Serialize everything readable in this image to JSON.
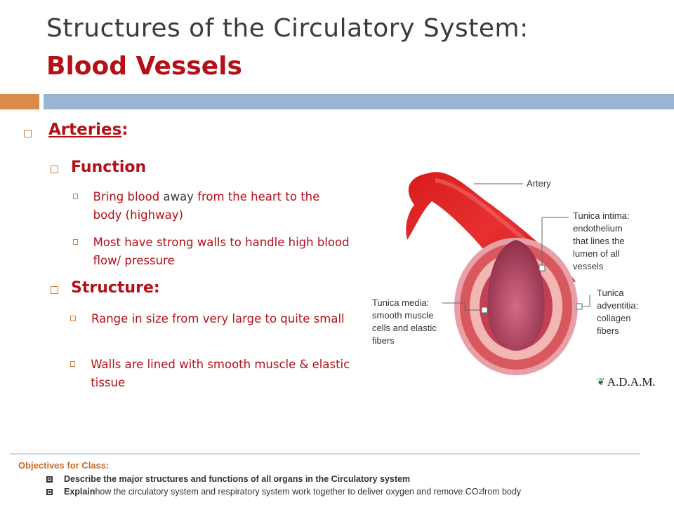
{
  "title": {
    "line1": "Structures of the Circulatory System:",
    "line2": "Blood Vessels"
  },
  "arteries": {
    "heading": "Arteries",
    "colon": ":"
  },
  "function": {
    "heading": "Function",
    "items": [
      {
        "a": "Bring blood ",
        "b": "away",
        "c": " from the heart to the body (highway)"
      },
      {
        "text": "Most have strong walls to handle high blood flow/ pressure"
      }
    ]
  },
  "structure": {
    "heading": "Structure:",
    "items": [
      "Range in size from very large to quite small",
      "Walls are lined with smooth muscle & elastic tissue"
    ]
  },
  "illustration": {
    "labels": {
      "artery": "Artery",
      "intima": [
        "Tunica intima:",
        "endothelium",
        "that lines the",
        "lumen of all",
        "vessels"
      ],
      "adventitia": [
        "Tunica",
        "adventitia:",
        "collagen",
        "fibers"
      ],
      "media": [
        "Tunica media:",
        "smooth muscle",
        "cells and elastic",
        "fibers"
      ]
    },
    "credit": "A.D.A.M."
  },
  "objectives": {
    "title": "Objectives for Class:",
    "items": [
      {
        "bold": "Describe the major structures and functions of all organs in the Circulatory system",
        "rest": ""
      },
      {
        "bold": "Explain",
        "rest": " how the circulatory system and respiratory system work together to deliver oxygen and remove CO",
        "sub": "2",
        "tail": " from body"
      }
    ]
  },
  "colors": {
    "accent_red": "#b41018",
    "bar_orange": "#dc8a4c",
    "bar_blue": "#9ab5d3",
    "objectives": "#c86b2a"
  }
}
